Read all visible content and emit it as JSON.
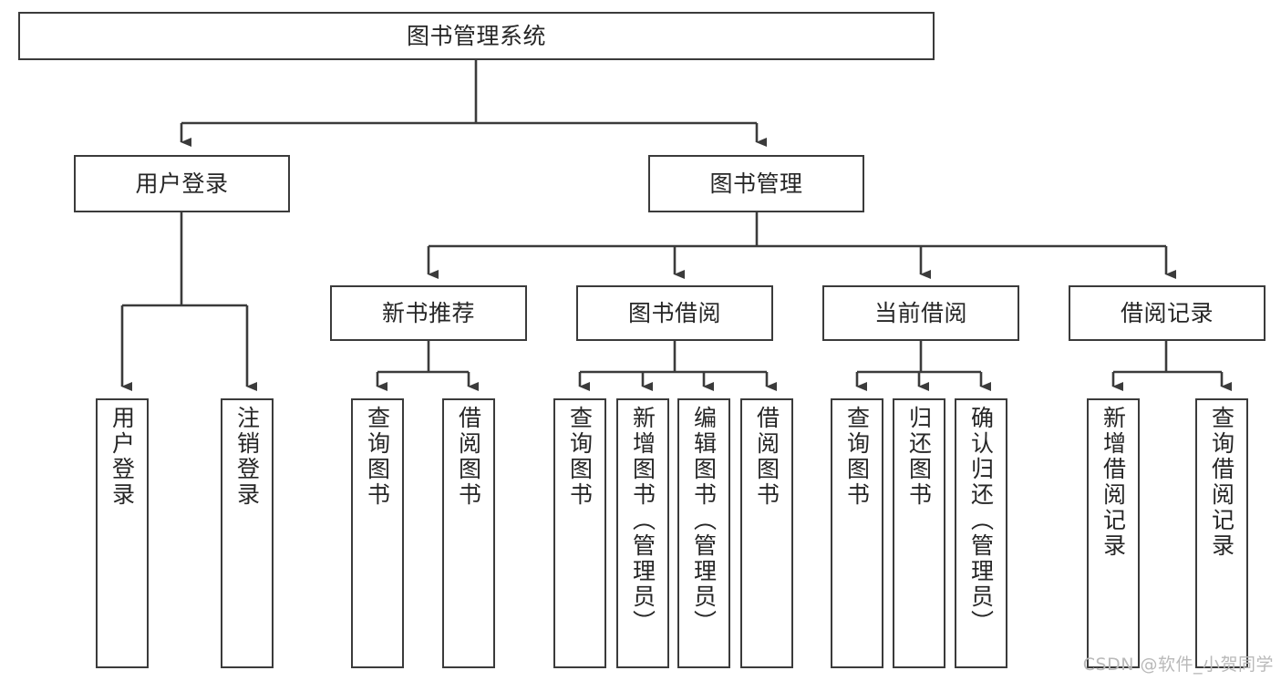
{
  "diagram": {
    "title": "图书管理系统",
    "type": "tree-hierarchy-chart",
    "root": {
      "label": "图书管理系统"
    },
    "level1": [
      {
        "label": "用户登录"
      },
      {
        "label": "图书管理"
      }
    ],
    "level2": [
      {
        "label": "新书推荐"
      },
      {
        "label": "图书借阅"
      },
      {
        "label": "当前借阅"
      },
      {
        "label": "借阅记录"
      }
    ],
    "leaves": {
      "user_login": [
        {
          "label": "用户登录"
        },
        {
          "label": "注销登录"
        }
      ],
      "new_book_recommend": [
        {
          "label": "查询图书"
        },
        {
          "label": "借阅图书"
        }
      ],
      "book_borrow": [
        {
          "label": "查询图书"
        },
        {
          "label": "新增图书（管理员）"
        },
        {
          "label": "编辑图书（管理员）"
        },
        {
          "label": "借阅图书"
        }
      ],
      "current_borrow": [
        {
          "label": "查询图书"
        },
        {
          "label": "归还图书"
        },
        {
          "label": "确认归还（管理员）"
        }
      ],
      "borrow_record": [
        {
          "label": "新增借阅记录"
        },
        {
          "label": "查询借阅记录"
        }
      ]
    }
  },
  "watermark": {
    "text": "CSDN @软件_小贺同学"
  },
  "colors": {
    "box_border": "#3b3b3b",
    "text": "#262626",
    "connector": "#3b3b3b",
    "background": "#ffffff",
    "watermark": "#b9b9b9"
  }
}
